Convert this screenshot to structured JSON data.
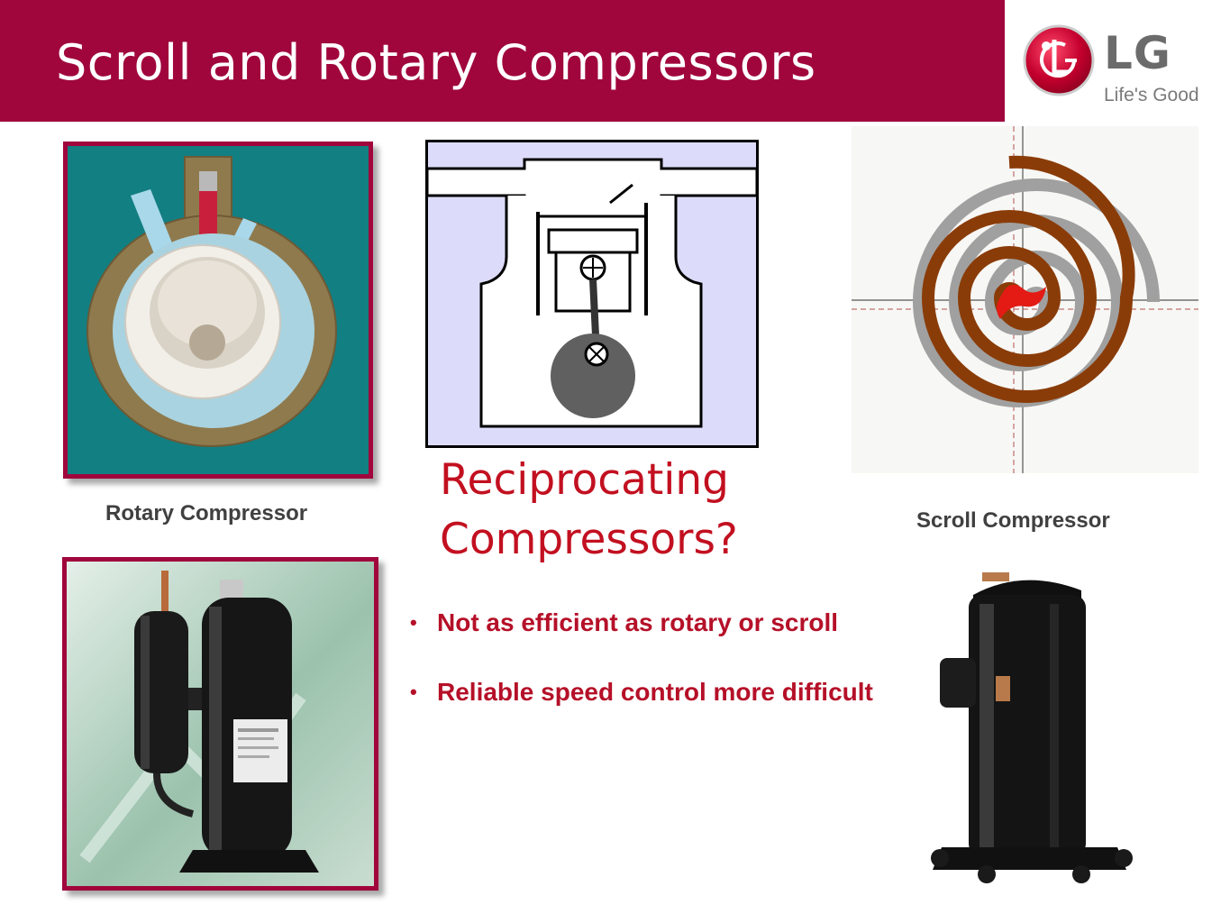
{
  "slide": {
    "title": "Scroll and Rotary Compressors",
    "logo": {
      "wordmark": "LG",
      "tagline": "Life's Good",
      "brand_color": "#a50034"
    },
    "rotary_caption": "Rotary Compressor",
    "scroll_caption": "Scroll Compressor",
    "question": {
      "line1": "Reciprocating",
      "line2": "Compressors?"
    },
    "bullets": [
      "Not as efficient as rotary or scroll",
      "Reliable speed control more difficult"
    ],
    "colors": {
      "title_bar": "#a0063c",
      "accent_text": "#c21020"
    }
  }
}
